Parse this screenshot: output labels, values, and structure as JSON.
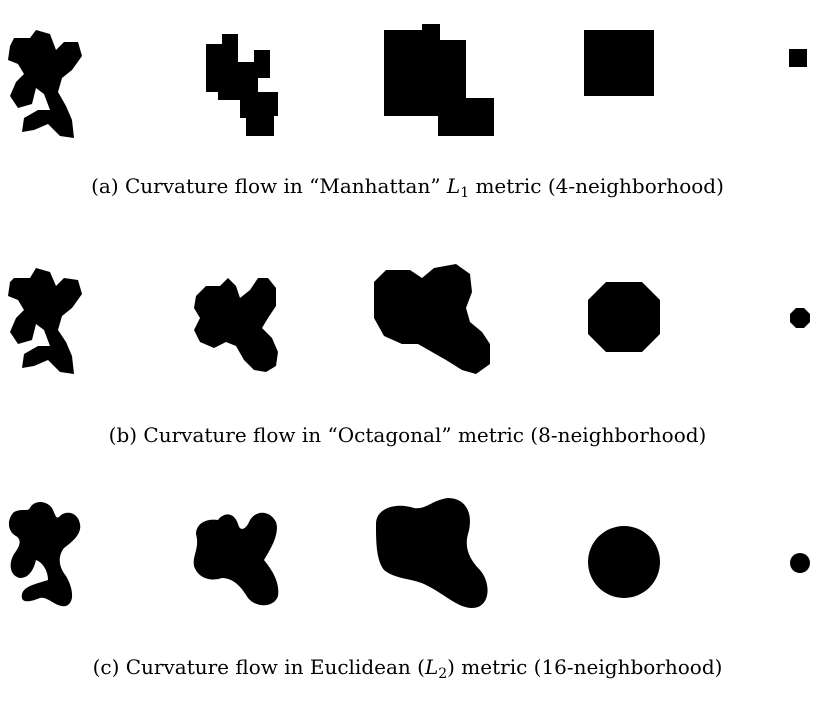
{
  "figure": {
    "captions": {
      "a": {
        "prefix": "(a) Curvature flow in “Manhattan” ",
        "metric_symbol": "L",
        "metric_sub": "1",
        "suffix": " metric (4-neighborhood)"
      },
      "b": {
        "text": "(b) Curvature flow in “Octagonal” metric (8-neighborhood)"
      },
      "c": {
        "prefix": "(c) Curvature flow in Euclidean (",
        "metric_symbol": "L",
        "metric_sub": "2",
        "suffix": ") metric (16-neighborhood)"
      }
    }
  }
}
